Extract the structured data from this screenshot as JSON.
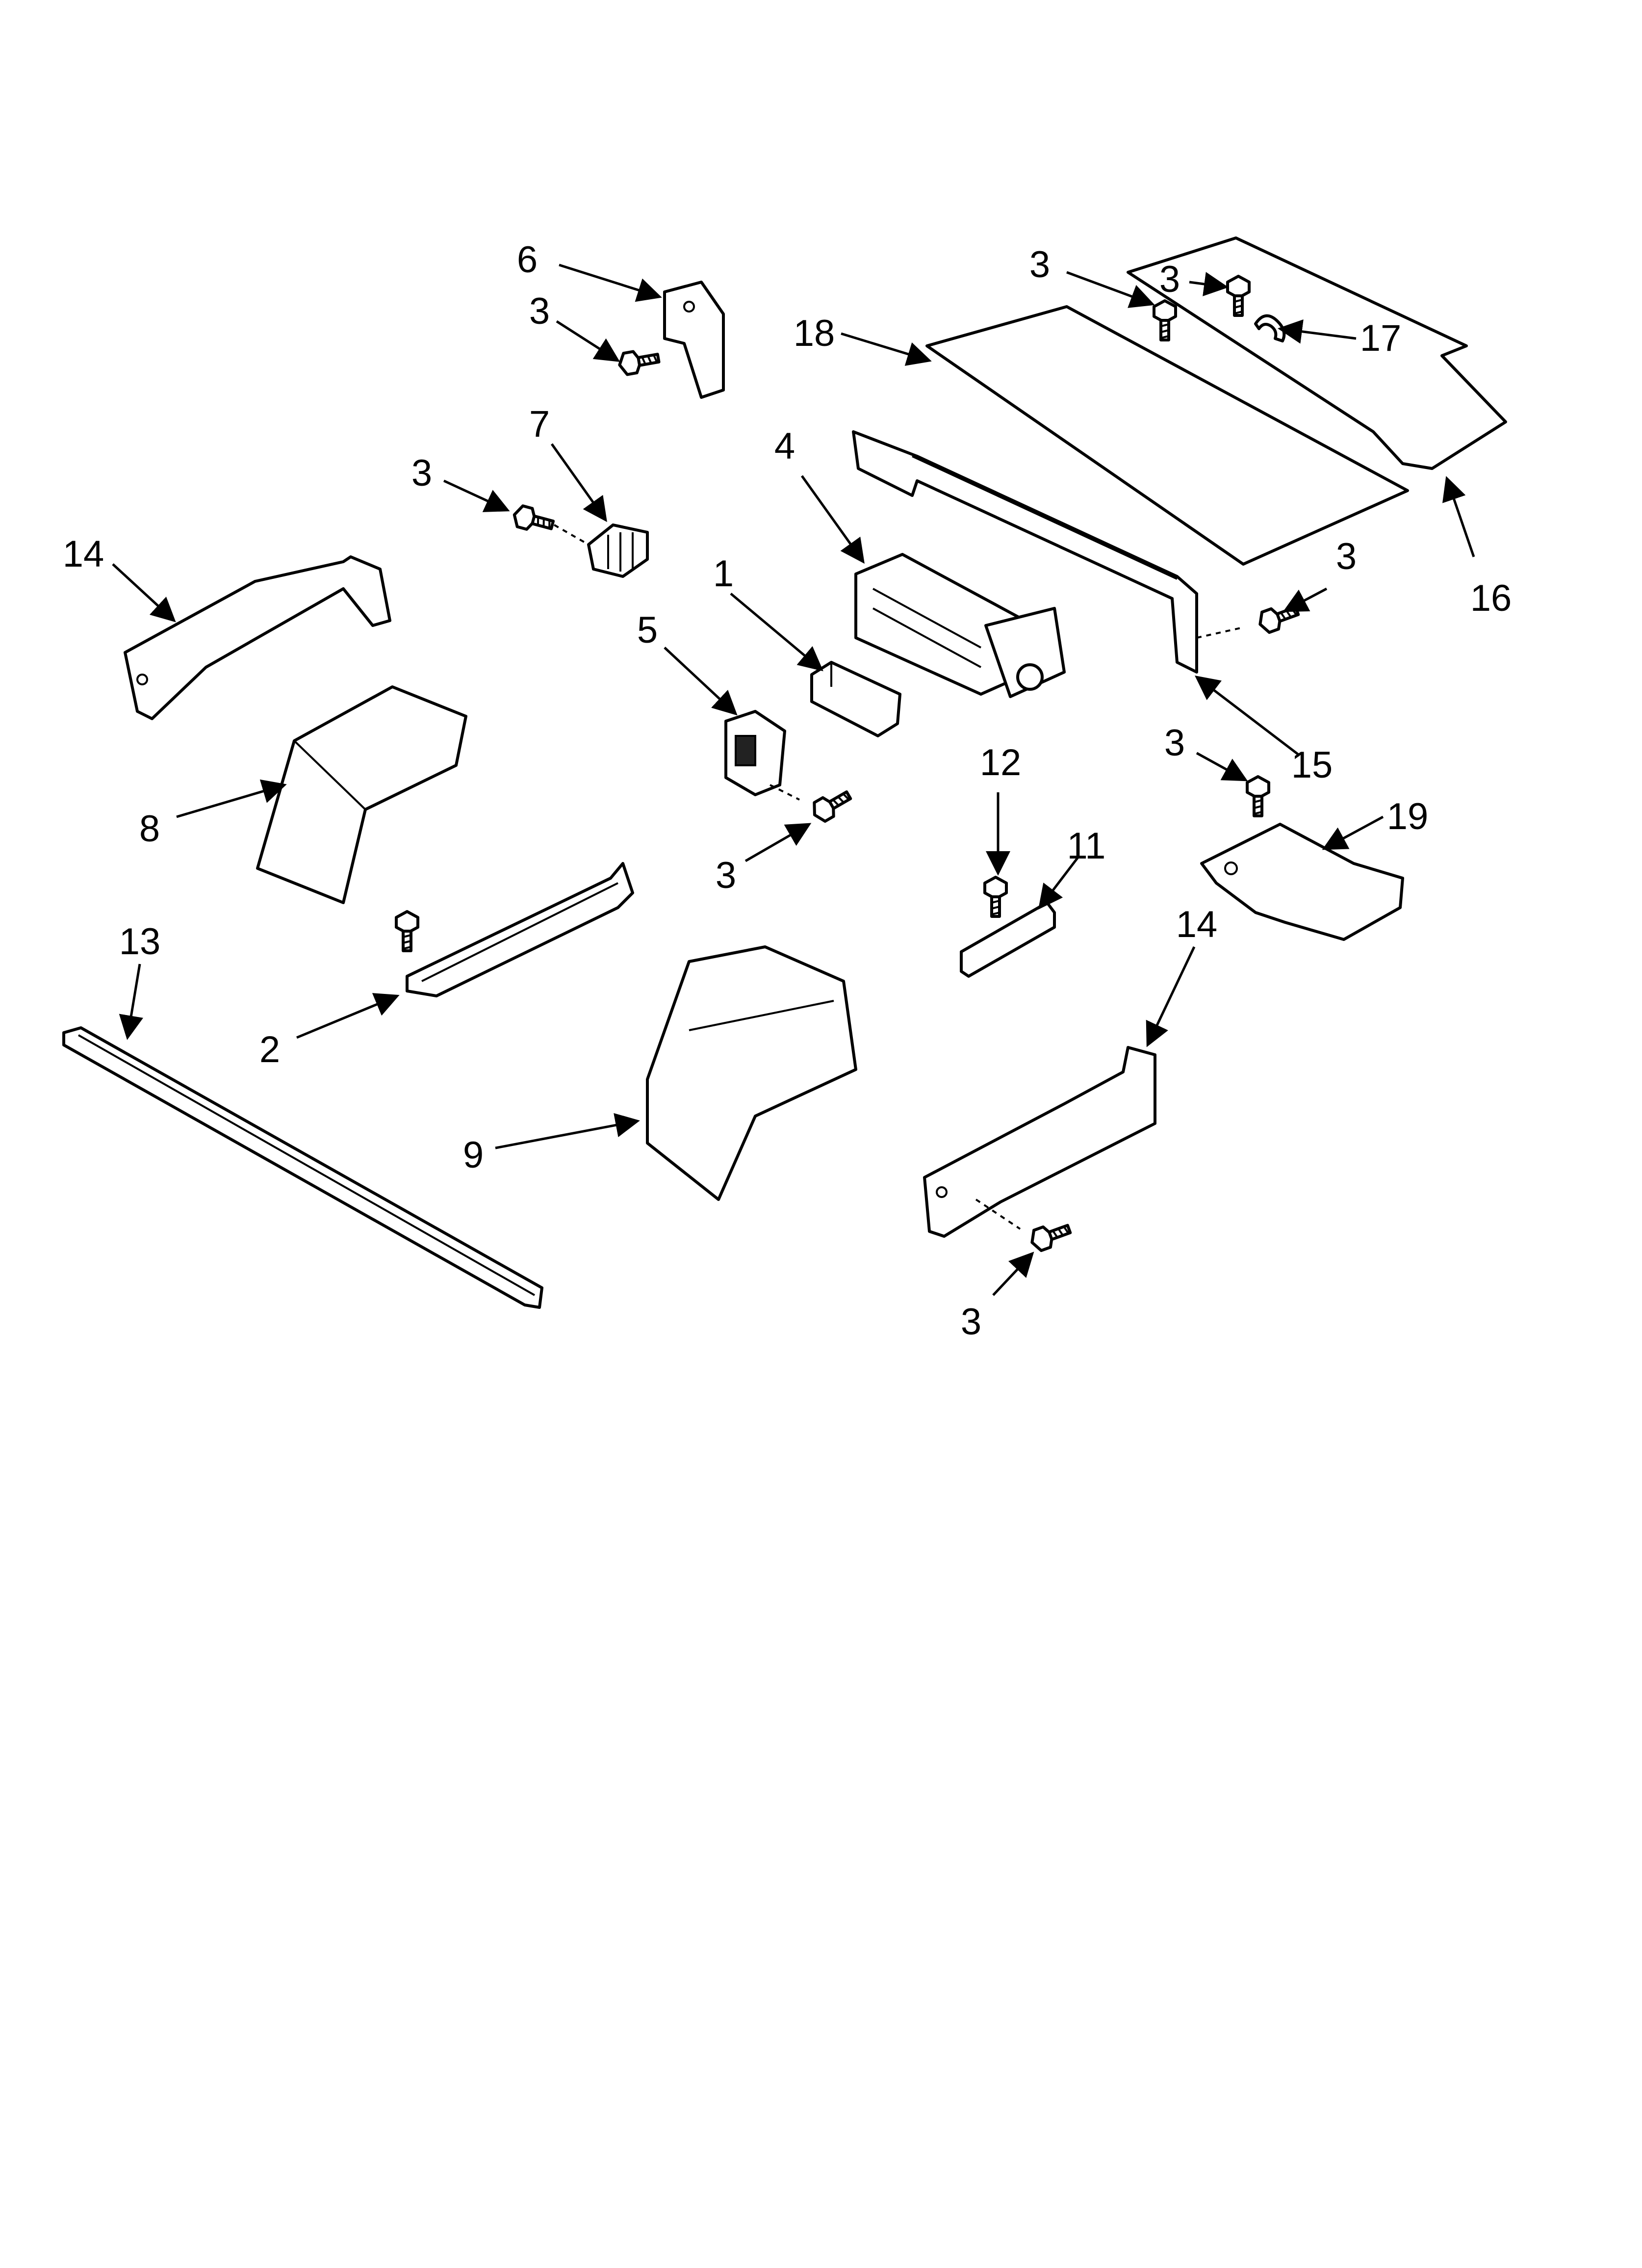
{
  "callouts": [
    {
      "id": "c1",
      "text": "1"
    },
    {
      "id": "c2",
      "text": "2"
    },
    {
      "id": "c3a",
      "text": "3"
    },
    {
      "id": "c3b",
      "text": "3"
    },
    {
      "id": "c3c",
      "text": "3"
    },
    {
      "id": "c3d",
      "text": "3"
    },
    {
      "id": "c3e",
      "text": "3"
    },
    {
      "id": "c3f",
      "text": "3"
    },
    {
      "id": "c3g",
      "text": "3"
    },
    {
      "id": "c3h",
      "text": "3"
    },
    {
      "id": "c4",
      "text": "4"
    },
    {
      "id": "c5",
      "text": "5"
    },
    {
      "id": "c6",
      "text": "6"
    },
    {
      "id": "c7",
      "text": "7"
    },
    {
      "id": "c8",
      "text": "8"
    },
    {
      "id": "c9",
      "text": "9"
    },
    {
      "id": "c11",
      "text": "11"
    },
    {
      "id": "c12",
      "text": "12"
    },
    {
      "id": "c13",
      "text": "13"
    },
    {
      "id": "c14a",
      "text": "14"
    },
    {
      "id": "c14b",
      "text": "14"
    },
    {
      "id": "c15",
      "text": "15"
    },
    {
      "id": "c16",
      "text": "16"
    },
    {
      "id": "c17",
      "text": "17"
    },
    {
      "id": "c18",
      "text": "18"
    },
    {
      "id": "c19",
      "text": "19"
    }
  ]
}
